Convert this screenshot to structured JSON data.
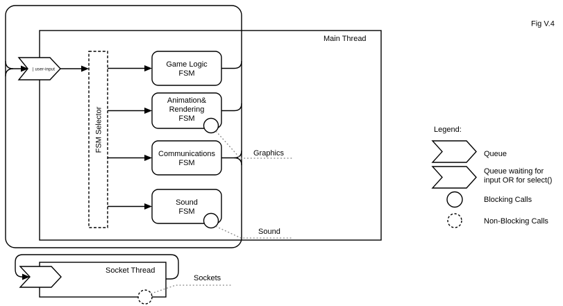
{
  "figure_caption": "Fig V.4",
  "main_thread": {
    "label": "Main Thread",
    "queue_input_label": "| user-input",
    "fsm_selector_label": "FSM Selector",
    "boxes": {
      "game_logic": {
        "line1": "Game Logic",
        "line2": "FSM"
      },
      "animation": {
        "line1": "Animation&",
        "line2": "Rendering",
        "line3": "FSM"
      },
      "communications": {
        "line1": "Communications",
        "line2": "FSM"
      },
      "sound": {
        "line1": "Sound",
        "line2": "FSM"
      }
    },
    "output_labels": {
      "graphics": "Graphics",
      "sound": "Sound"
    }
  },
  "socket_thread": {
    "label": "Socket Thread",
    "output_label": "Sockets"
  },
  "legend": {
    "title": "Legend:",
    "queue": {
      "symbol": "queue-chevron",
      "label": "Queue"
    },
    "queue_waiting": {
      "symbol": "queue-chevron",
      "label_line1": "Queue waiting for",
      "label_line2": "input OR for select()"
    },
    "blocking": {
      "symbol": "solid-circle",
      "label": "Blocking Calls"
    },
    "non_blocking": {
      "symbol": "dashed-circle",
      "label": "Non-Blocking Calls"
    }
  },
  "colors": {
    "stroke": "#000000",
    "background": "#ffffff",
    "dotted_line": "#8f8f8f"
  }
}
